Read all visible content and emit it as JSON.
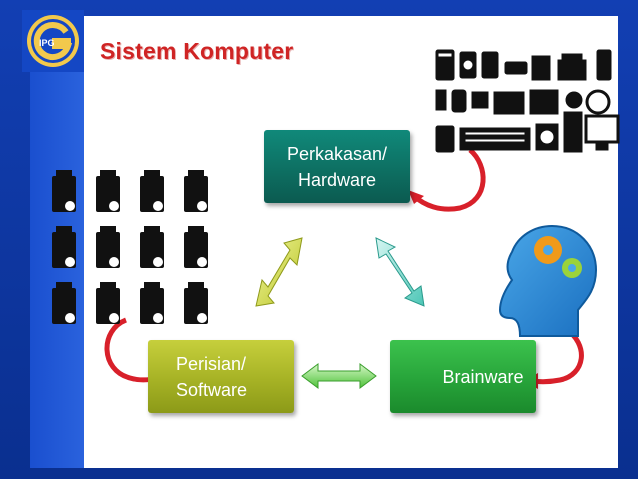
{
  "title": "Sistem Komputer",
  "nodes": {
    "hardware": {
      "line1": "Perkakasan/",
      "line2": "Hardware"
    },
    "software": {
      "line1": "Perisian/",
      "line2": "Software"
    },
    "brainware": {
      "label": "Brainware"
    }
  },
  "logo": {
    "text": "IPG"
  },
  "colors": {
    "title": "#cf2424",
    "hardware_box": "#0d6d60",
    "software_box": "#a6b225",
    "brainware_box": "#27a43a",
    "arrow_red": "#d8202a",
    "frame_blue": "#0f3aa6"
  },
  "edges": [
    {
      "from": "hardware",
      "to": "software",
      "type": "bidirectional"
    },
    {
      "from": "hardware",
      "to": "brainware",
      "type": "bidirectional"
    },
    {
      "from": "software",
      "to": "brainware",
      "type": "bidirectional"
    }
  ]
}
